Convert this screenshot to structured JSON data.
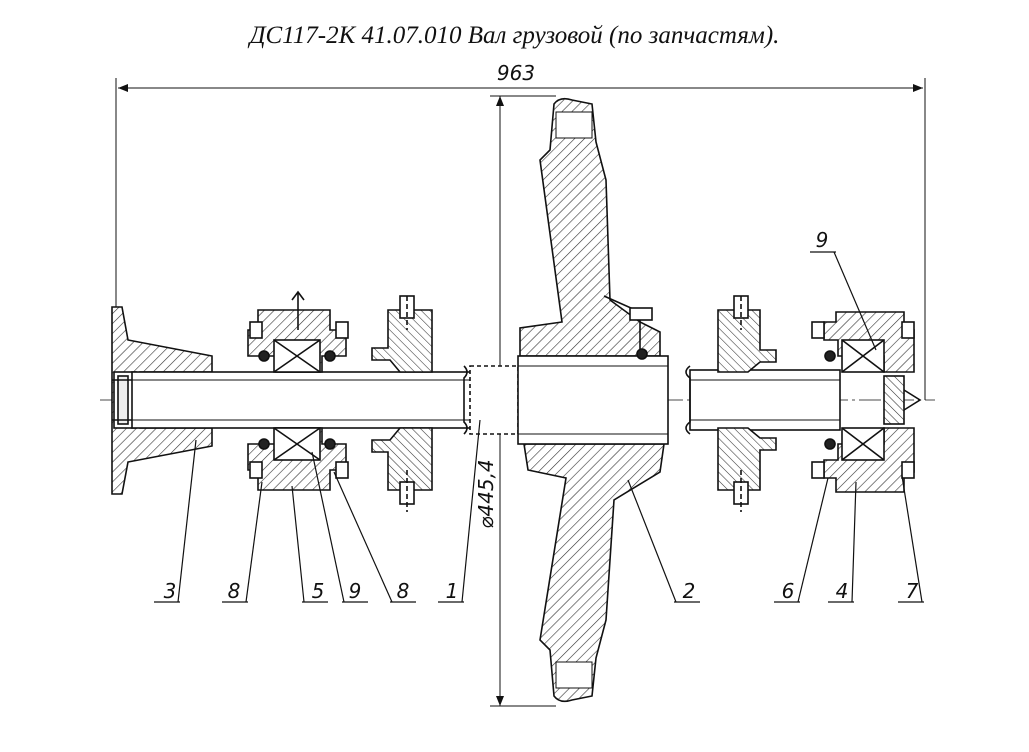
{
  "title": "ДС117-2К 41.07.010 Вал грузовой (по запчастям).",
  "dimensions": {
    "overall_length": "963",
    "sprocket_diameter": "⌀445,4"
  },
  "callouts": [
    "3",
    "8",
    "5",
    "9",
    "8",
    "1",
    "2",
    "6",
    "4",
    "7",
    "9"
  ]
}
